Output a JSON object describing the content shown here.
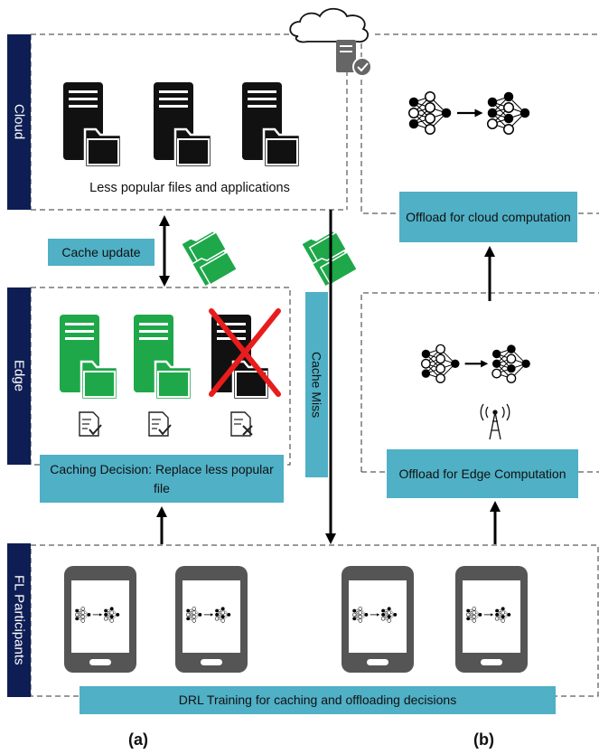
{
  "tiers": {
    "cloud": "Cloud",
    "edge": "Edge",
    "participants": "FL Participants"
  },
  "cloud": {
    "caption": "Less popular files and applications"
  },
  "edge": {
    "caching_decision": "Caching Decision: Replace less popular file"
  },
  "labels": {
    "cache_update": "Cache update",
    "cache_miss": "Cache Miss",
    "offload_cloud": "Offload for cloud computation",
    "offload_edge": "Offload for Edge Computation",
    "drl_training": "DRL Training for caching and offloading decisions"
  },
  "figure_labels": {
    "a": "(a)",
    "b": "(b)"
  },
  "colors": {
    "tier_label_bg": "#0e1e55",
    "box_bg": "#4fb0c6",
    "server_black": "#111111",
    "server_green": "#1ea84a",
    "cross_red": "#e81c1c",
    "tablet_gray": "#555555"
  },
  "icons": {
    "cloud_server": "server-check-icon",
    "cloud_servers": [
      "server-folder-icon",
      "server-folder-icon",
      "server-folder-icon"
    ],
    "edge_servers": [
      "server-folder-icon-green",
      "server-folder-icon-green",
      "server-folder-icon-crossed"
    ],
    "edge_docs": [
      "document-check-icon",
      "document-check-icon",
      "document-cross-icon"
    ],
    "file_transfer": "folder-pair-icon",
    "base_station": "antenna-tower-icon",
    "devices": [
      "tablet-icon",
      "tablet-icon",
      "tablet-icon",
      "tablet-icon"
    ]
  }
}
